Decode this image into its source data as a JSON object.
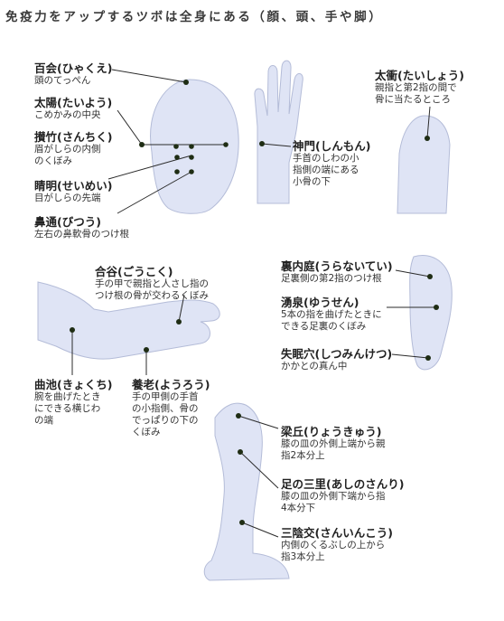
{
  "title": "免疫力をアップするツボは全身にある（顔、頭、手や脚）",
  "colors": {
    "body": "#dfe4f5",
    "leader": "#2b2b2b",
    "dot": "#1f2d14"
  },
  "points": {
    "hyakue": {
      "name": "百会(ひゃくえ)",
      "desc": [
        "頭のてっぺん"
      ]
    },
    "taiyou": {
      "name": "太陽(たいよう)",
      "desc": [
        "こめかみの中央"
      ]
    },
    "sanchiku": {
      "name": "攅竹(さんちく)",
      "desc": [
        "眉がしらの内側",
        "のくぼみ"
      ]
    },
    "seimei": {
      "name": "睛明(せいめい)",
      "desc": [
        "目がしらの先端"
      ]
    },
    "bitsuu": {
      "name": "鼻通(びつう)",
      "desc": [
        "左右の鼻軟骨のつけ根"
      ]
    },
    "shinmon": {
      "name": "神門(しんもん)",
      "desc": [
        "手首のしわの小",
        "指側の端にある",
        "小骨の下"
      ]
    },
    "taishou": {
      "name": "太衝(たいしょう)",
      "desc": [
        "親指と第2指の間で",
        "骨に当たるところ"
      ]
    },
    "goukoku": {
      "name": "合谷(ごうこく)",
      "desc": [
        "手の甲で親指と人さし指の",
        "つけ根の骨が交わるくぼみ"
      ]
    },
    "kyokuchi": {
      "name": "曲池(きょくち)",
      "desc": [
        "腕を曲げたとき",
        "にできる横じわ",
        "の端"
      ]
    },
    "yourou": {
      "name": "養老(ようろう)",
      "desc": [
        "手の甲側の手首",
        "の小指側、骨の",
        "でっぱりの下の",
        "くぼみ"
      ]
    },
    "uranaitei": {
      "name": "裏内庭(うらないてい)",
      "desc": [
        "足裏側の第2指のつけ根"
      ]
    },
    "yuusen": {
      "name": "湧泉(ゆうせん)",
      "desc": [
        "5本の指を曲げたときに",
        "できる足裏のくぼみ"
      ]
    },
    "shitsuminketsu": {
      "name": "失眠穴(しつみんけつ)",
      "desc": [
        "かかとの真ん中"
      ]
    },
    "ryoukyuu": {
      "name": "梁丘(りょうきゅう)",
      "desc": [
        "膝の皿の外側上端から親",
        "指2本分上"
      ]
    },
    "ashinosanri": {
      "name": "足の三里(あしのさんり)",
      "desc": [
        "膝の皿の外側下端から指",
        "4本分下"
      ]
    },
    "saninkou": {
      "name": "三陰交(さんいんこう)",
      "desc": [
        "内側のくるぶしの上から",
        "指3本分上"
      ]
    }
  }
}
